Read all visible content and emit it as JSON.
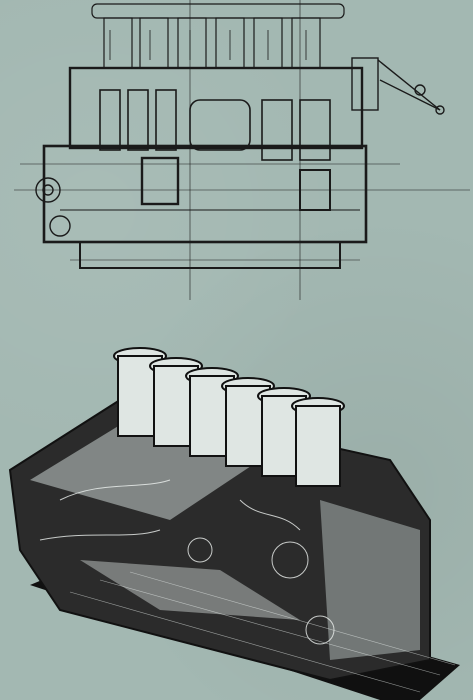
{
  "page": {
    "background": "#a3b8b2",
    "ink": "#1a1a1a",
    "highlight": "#e8eeec"
  },
  "illustrations": [
    {
      "name": "engine-cross-section-drawing",
      "style": "technical line drawing"
    },
    {
      "name": "engine-cutaway-illustration",
      "style": "cutaway ink illustration"
    }
  ]
}
